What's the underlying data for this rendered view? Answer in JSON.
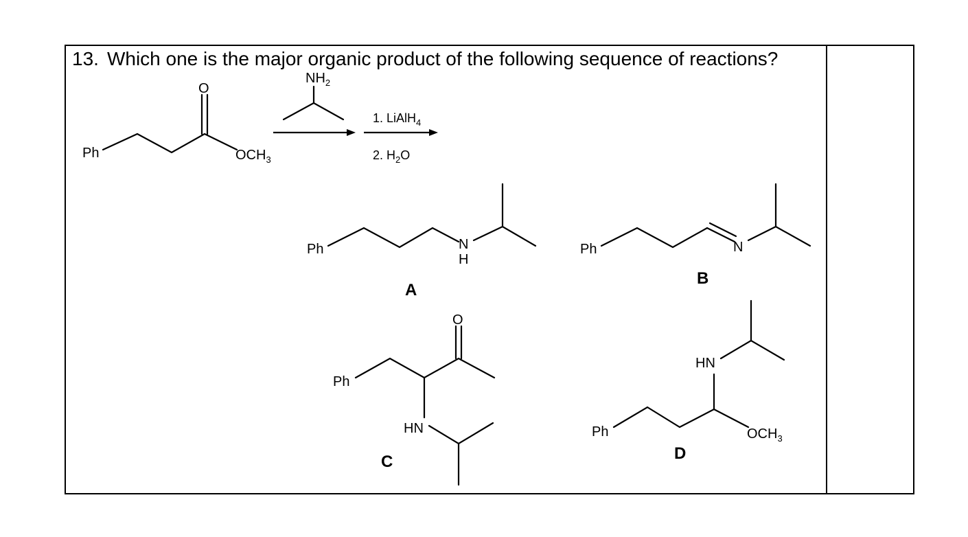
{
  "question": {
    "number": "13.",
    "text": "Which one is the major organic product of the following sequence of reactions?"
  },
  "reactant": {
    "left_group": "Ph",
    "carbonyl_o": "O",
    "ester_o": "OCH",
    "ester_sub": "3"
  },
  "reagent1": {
    "amine": "NH",
    "amine_sub": "2"
  },
  "reagent2": {
    "step1": "1. LiAlH",
    "step1_sub": "4",
    "step2": "2. H",
    "step2_sub": "2",
    "step2_end": "O"
  },
  "options": {
    "A": {
      "label": "A",
      "ph": "Ph",
      "n": "N",
      "h": "H"
    },
    "B": {
      "label": "B",
      "ph": "Ph",
      "n": "N"
    },
    "C": {
      "label": "C",
      "ph": "Ph",
      "o": "O",
      "hn": "HN"
    },
    "D": {
      "label": "D",
      "ph": "Ph",
      "hn": "HN",
      "och": "OCH",
      "och_sub": "3"
    }
  }
}
